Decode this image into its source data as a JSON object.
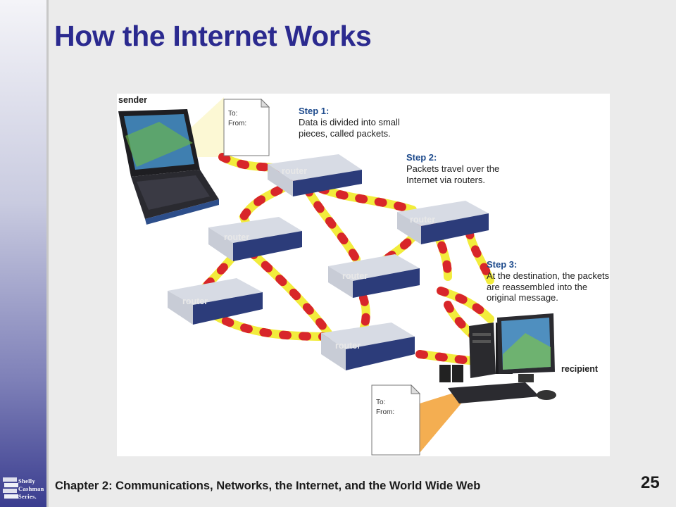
{
  "slide": {
    "title": "How the Internet Works",
    "footer": "Chapter 2: Communications, Networks, the Internet, and the World Wide Web",
    "page_number": "25"
  },
  "logo": {
    "lines": [
      "Shelly",
      "Cashman",
      "Series."
    ]
  },
  "diagram": {
    "sender_label": "sender",
    "recipient_label": "recipient",
    "router_label": "router",
    "document": {
      "to": "To:",
      "from": "From:"
    },
    "steps": [
      {
        "title": "Step 1:",
        "text": "Data is divided into small pieces, called packets."
      },
      {
        "title": "Step 2:",
        "text": "Packets travel over the Internet via routers."
      },
      {
        "title": "Step 3:",
        "text": "At the destination, the packets are reassembled into the original message."
      }
    ]
  },
  "colors": {
    "title": "#2b2a8f",
    "step_title": "#1d4a8c",
    "connection": "#f2ec3c",
    "packet": "#d8262a",
    "router_body": "#2c3c7a"
  }
}
